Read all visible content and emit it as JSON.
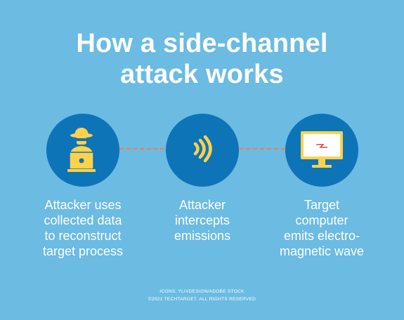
{
  "title": {
    "line1": "How a side-channel",
    "line2": "attack works"
  },
  "steps": [
    {
      "icon": "hacker-laptop-icon",
      "lines": [
        "Attacker uses",
        "collected data",
        "to reconstruct",
        "target process"
      ]
    },
    {
      "icon": "signal-waves-icon",
      "lines": [
        "Attacker",
        "intercepts",
        "emissions"
      ]
    },
    {
      "icon": "computer-monitor-icon",
      "lines": [
        "Target",
        "computer",
        "emits electro-",
        "magnetic wave"
      ]
    }
  ],
  "credits": {
    "line1": "ICONS: YLIVDESIGN/ADOBE STOCK",
    "line2": "©2021 TECHTARGET. ALL RIGHTS RESERVED"
  },
  "colors": {
    "background": "#6bbbe3",
    "circle": "#0d74b7",
    "icon_fill": "#ffd24a",
    "connector": "#ff7a3a"
  }
}
